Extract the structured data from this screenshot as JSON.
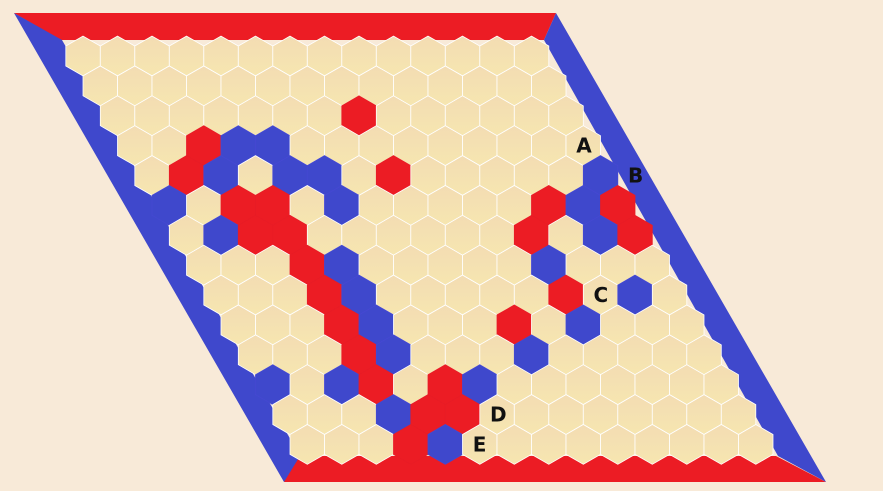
{
  "game": "Hex",
  "board": {
    "size": 14
  },
  "colors": {
    "background": "#f8ead8",
    "empty_top": "#f3dcb3",
    "empty_bottom": "#f6e6b0",
    "red": "#ec1c24",
    "blue": "#3f48cc",
    "grid": "#ffffff"
  },
  "edges": {
    "top": "red",
    "bottom": "red",
    "left": "blue",
    "right": "blue"
  },
  "stones": {
    "red": [
      [
        3,
        8
      ],
      [
        4,
        3
      ],
      [
        5,
        2
      ],
      [
        5,
        8
      ],
      [
        6,
        3
      ],
      [
        6,
        4
      ],
      [
        6,
        12
      ],
      [
        6,
        14
      ],
      [
        7,
        3
      ],
      [
        7,
        4
      ],
      [
        7,
        11
      ],
      [
        7,
        14
      ],
      [
        8,
        4
      ],
      [
        9,
        4
      ],
      [
        9,
        11
      ],
      [
        10,
        4
      ],
      [
        10,
        9
      ],
      [
        11,
        4
      ],
      [
        12,
        4
      ],
      [
        12,
        6
      ],
      [
        13,
        5
      ],
      [
        13,
        6
      ],
      [
        14,
        4
      ]
    ],
    "blue": [
      [
        5,
        14
      ],
      [
        6,
        13
      ],
      [
        7,
        13
      ],
      [
        8,
        11
      ],
      [
        9,
        13
      ],
      [
        10,
        11
      ],
      [
        11,
        9
      ],
      [
        12,
        7
      ],
      [
        14,
        5
      ],
      [
        4,
        4
      ],
      [
        4,
        5
      ],
      [
        5,
        3
      ],
      [
        5,
        5
      ],
      [
        5,
        6
      ],
      [
        6,
        6
      ],
      [
        7,
        2
      ],
      [
        7,
        2
      ],
      [
        8,
        5
      ],
      [
        9,
        5
      ],
      [
        10,
        5
      ],
      [
        11,
        5
      ],
      [
        12,
        1
      ],
      [
        12,
        3
      ],
      [
        13,
        4
      ],
      [
        6,
        1
      ]
    ]
  },
  "labels": [
    {
      "text": "A",
      "r": 4,
      "c": 14
    },
    {
      "text": "B",
      "r": 5,
      "c": 15
    },
    {
      "text": "C",
      "r": 9,
      "c": 12
    },
    {
      "text": "D",
      "r": 13,
      "c": 7
    },
    {
      "text": "E",
      "r": 14,
      "c": 6
    }
  ]
}
